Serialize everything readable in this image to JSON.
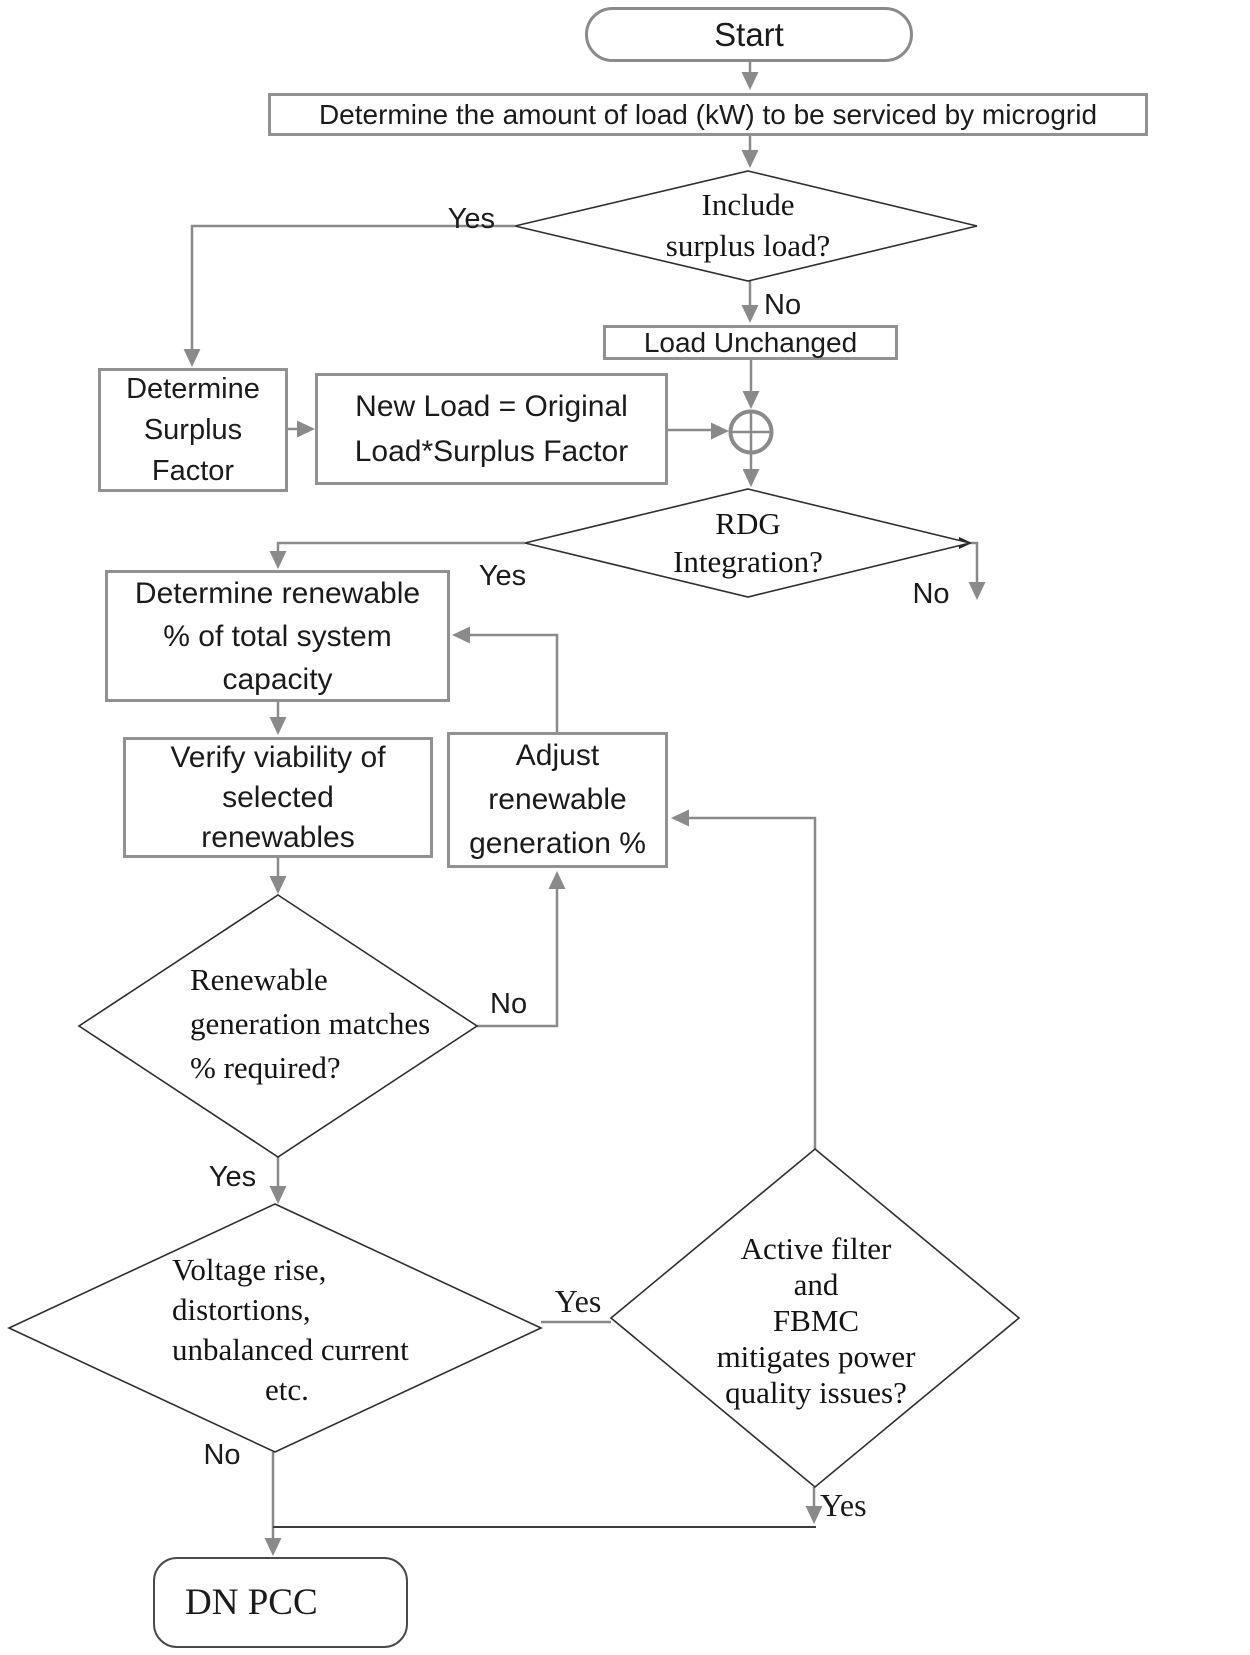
{
  "diagram": {
    "type": "flowchart",
    "nodes": {
      "start": {
        "label": "Start"
      },
      "determine_load": {
        "label": "Determine the amount of load (kW) to be serviced by microgrid"
      },
      "include_surplus": {
        "lines": [
          "Include",
          "surplus load?"
        ]
      },
      "load_unchanged": {
        "label": "Load Unchanged"
      },
      "determine_surplus": {
        "lines": [
          "Determine",
          "Surplus",
          "Factor"
        ]
      },
      "new_load": {
        "lines": [
          "New Load = Original",
          "Load*Surplus Factor"
        ]
      },
      "rdg_integration": {
        "lines": [
          "RDG",
          "Integration?"
        ]
      },
      "determine_renewable": {
        "lines": [
          "Determine renewable",
          "% of total system",
          "capacity"
        ]
      },
      "verify_viability": {
        "lines": [
          "Verify viability of",
          "selected",
          "renewables"
        ]
      },
      "adjust_renewable": {
        "lines": [
          "Adjust",
          "renewable",
          "generation %"
        ]
      },
      "renewable_matches": {
        "lines": [
          "Renewable",
          "generation matches",
          "% required?"
        ]
      },
      "voltage_rise": {
        "lines": [
          "Voltage rise,",
          "distortions,",
          "unbalanced current",
          "etc."
        ]
      },
      "active_filter": {
        "lines": [
          "Active filter",
          "and",
          "FBMC",
          "mitigates power",
          "quality issues?"
        ]
      },
      "dn_pcc": {
        "label": "DN PCC"
      }
    },
    "edge_labels": {
      "include_yes": "Yes",
      "include_no": "No",
      "rdg_yes": "Yes",
      "rdg_no": "No",
      "match_no": "No",
      "match_yes": "Yes",
      "voltage_yes": "Yes",
      "voltage_no": "No",
      "active_yes": "Yes"
    },
    "icons": {
      "junction": "circle-plus-summing-junction"
    },
    "colors": {
      "connector": "#8a8a8a",
      "box_border": "#919191",
      "diamond_stroke": "#2f2f2f",
      "dark_line": "#3c3c3c",
      "text": "#1b1b1b",
      "background": "#ffffff"
    }
  }
}
